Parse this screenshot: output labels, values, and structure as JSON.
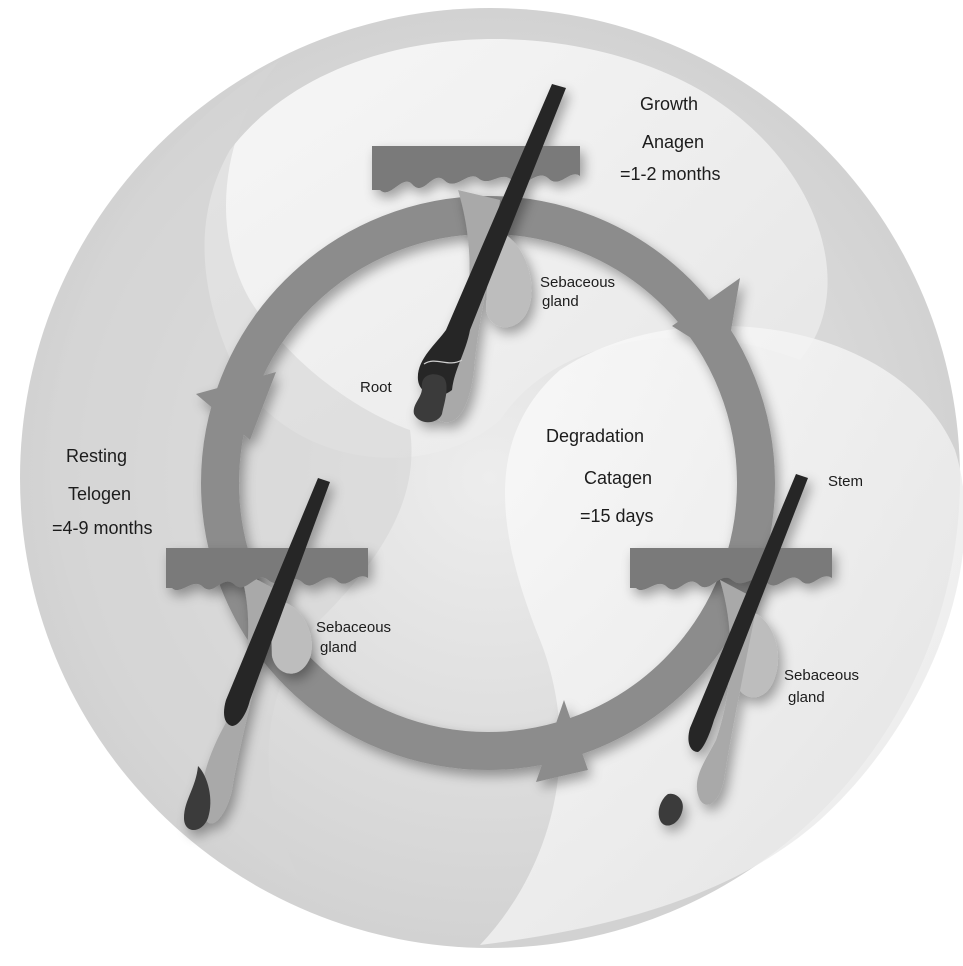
{
  "phases": {
    "anagen": {
      "name": "Growth",
      "stage": "Anagen",
      "duration": "=1-2 months",
      "gland_line1": "Sebaceous",
      "gland_line2": "gland",
      "root_label": "Root"
    },
    "catagen": {
      "name": "Degradation",
      "stage": "Catagen",
      "duration": "=15 days",
      "stem_label": "Stem",
      "gland_line1": "Sebaceous",
      "gland_line2": "gland"
    },
    "telogen": {
      "name": "Resting",
      "stage": "Telogen",
      "duration": "=4-9 months",
      "gland_line1": "Sebaceous",
      "gland_line2": "gland"
    }
  },
  "colors": {
    "ring": "#8c8c8c",
    "hair": "#262626",
    "skin": "#7a7a7a",
    "sheath": "#a9a9a9",
    "gland": "#bdbdbd",
    "background_swirl": "#dcdcdc"
  }
}
